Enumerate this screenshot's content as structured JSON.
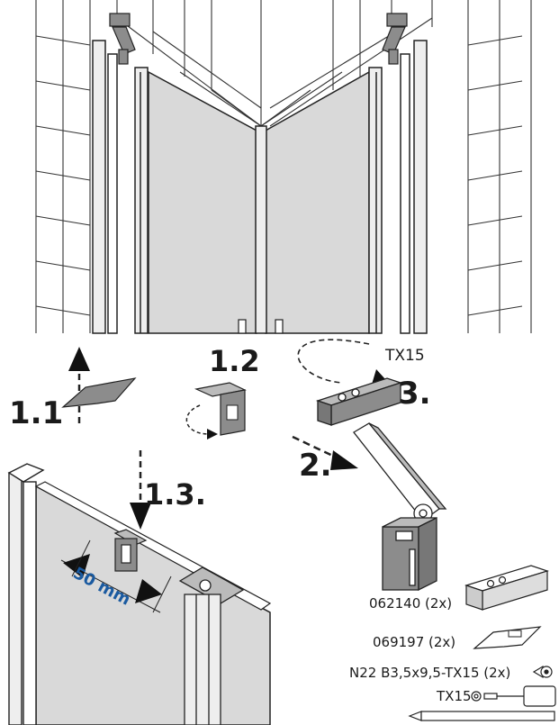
{
  "steps": {
    "s1_1": "1.1",
    "s1_2": "1.2",
    "s1_3": "1.3.",
    "s2": "2.",
    "s3": "3."
  },
  "tool_label": "TX15",
  "dimension": "50 mm",
  "parts": [
    {
      "label": "062140 (2x)"
    },
    {
      "label": "069197 (2x)"
    },
    {
      "label": "N22 B3,5x9,5-TX15 (2x)"
    },
    {
      "label": "TX15"
    }
  ],
  "colors": {
    "dimension_text": "#1a5aa0",
    "panel_gray": "#d9d9d9",
    "part_gray": "#8c8c8c"
  },
  "icons": [
    "arrow-up-icon",
    "rotate-icon",
    "arrow-down-icon",
    "rotation-arrow-icon",
    "screw-icon",
    "screwdriver-icon",
    "pencil-icon"
  ]
}
